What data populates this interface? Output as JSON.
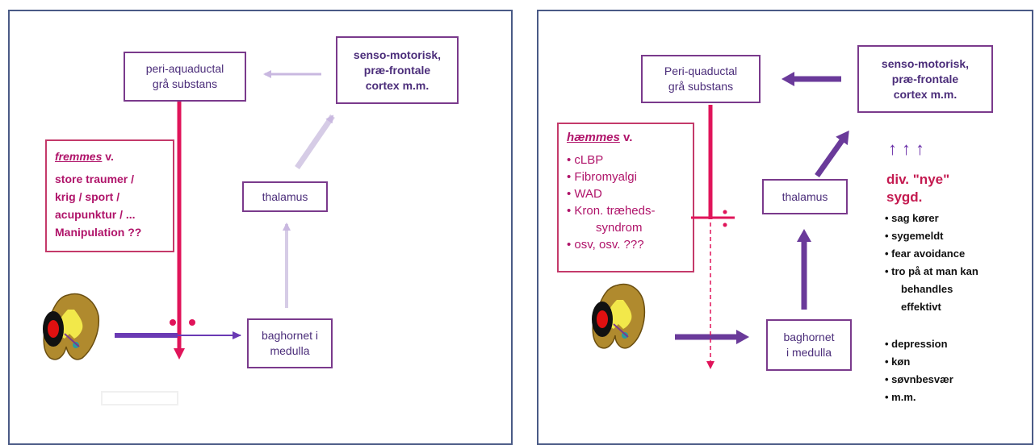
{
  "left": {
    "pag_box": [
      "peri-aquaductal",
      "grå substans"
    ],
    "cortex_box": [
      "senso-motorisk,",
      "præ-frontale",
      "cortex m.m."
    ],
    "thalamus_box": "thalamus",
    "dorsal_box": [
      "baghornet i",
      "medulla"
    ],
    "promote": {
      "title": "fremmes",
      "title_suffix": " v.",
      "lines": [
        "store traumer /",
        "krig / sport /",
        "acupunktur / ...",
        "Manipulation ??"
      ]
    }
  },
  "right": {
    "pag_box": [
      "Peri-quaductal",
      "grå substans"
    ],
    "cortex_box": [
      "senso-motorisk,",
      "præ-frontale",
      "cortex m.m."
    ],
    "thalamus_box": "thalamus",
    "dorsal_box": [
      "baghornet",
      "i medulla"
    ],
    "inhibit": {
      "title": "hæmmes",
      "title_suffix": " v.",
      "items": [
        "• cLBP",
        "• Fibromyalgi",
        "• WAD",
        "• Kron. træheds-",
        "syndrom",
        "• osv, osv.  ???"
      ]
    },
    "up_marks": "↑↑↑",
    "new_diseases": [
      "div. \"nye\"",
      "sygd."
    ],
    "factors_a": [
      "• sag kører",
      "• sygemeldt",
      "• fear avoidance",
      "• tro på at man kan",
      "behandles",
      "effektivt"
    ],
    "factors_b": [
      "• depression",
      "• køn",
      "• søvnbesvær",
      "• m.m."
    ]
  },
  "colors": {
    "purple": "#7a3a8c",
    "arrow_purple": "#6a3a9a",
    "magenta": "#e0145a",
    "border": "#4a5a86"
  }
}
